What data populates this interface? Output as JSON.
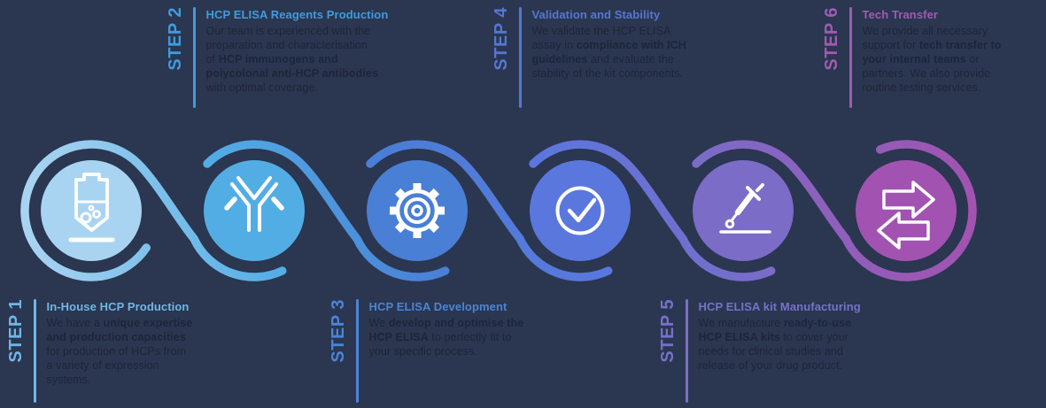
{
  "title": "HCP ELISA six step process",
  "background": "#2b3650",
  "body_text_color": "#1c2539",
  "icon_stroke_color": "#ffffff",
  "circles": [
    "#a9d4f1",
    "#53ade5",
    "#497fd5",
    "#5a77de",
    "#7a6cc7",
    "#a253b1"
  ],
  "steps": [
    {
      "label": "STEP 1",
      "color": "#6fb7e6",
      "heading": "In-House HCP Production",
      "icon": "bioreactor-bag-icon",
      "body": [
        {
          "t": "We have a ",
          "b": false
        },
        {
          "t": "unique expertise\nand production capacities",
          "b": true
        },
        {
          "t": "\nfor production of HCPs from\na variety of expression\nsystems.",
          "b": false
        }
      ]
    },
    {
      "label": "STEP 2",
      "color": "#3f9cdc",
      "heading": "HCP ELISA Reagents Production",
      "icon": "antibody-icon",
      "body": [
        {
          "t": "Our team is experienced with the\npreparation and characterisation\nof ",
          "b": false
        },
        {
          "t": "HCP immunogens and\npolycolonal anti-HCP antibodies",
          "b": true
        },
        {
          "t": "\nwith optimal coverage.",
          "b": false
        }
      ]
    },
    {
      "label": "STEP 3",
      "color": "#4a85d6",
      "heading": "HCP ELISA Development",
      "icon": "gear-icon",
      "body": [
        {
          "t": "We ",
          "b": false
        },
        {
          "t": "develop and optimise the\nHCP ELISA",
          "b": true
        },
        {
          "t": " to perfectly fit to\nyour specific process.",
          "b": false
        }
      ]
    },
    {
      "label": "STEP 4",
      "color": "#5478d0",
      "heading": "Validation and Stability",
      "icon": "check-circle-icon",
      "body": [
        {
          "t": "We validate the HCP ELISA\nassay in ",
          "b": false
        },
        {
          "t": "compliance with ICH\nguidelines",
          "b": true
        },
        {
          "t": " and evaluate the\nstability of the kit components.",
          "b": false
        }
      ]
    },
    {
      "label": "STEP 5",
      "color": "#7671c9",
      "heading": "HCP ELISA kit Manufacturing",
      "icon": "pipette-icon",
      "body": [
        {
          "t": "We manufacture ",
          "b": false
        },
        {
          "t": "ready-to-use\nHCP ELISA kits",
          "b": true
        },
        {
          "t": " to cover your\nneeds for clinical studies and\nrelease of your drug product.",
          "b": false
        }
      ]
    },
    {
      "label": "STEP 6",
      "color": "#9f5cb2",
      "heading": "Tech Transfer",
      "icon": "transfer-arrows-icon",
      "body": [
        {
          "t": "We provide all necessary\nsupport for ",
          "b": false
        },
        {
          "t": "tech transfer to\nyour internal teams",
          "b": true
        },
        {
          "t": " or\npartners. We also provide\nroutine testing services.",
          "b": false
        }
      ]
    }
  ]
}
